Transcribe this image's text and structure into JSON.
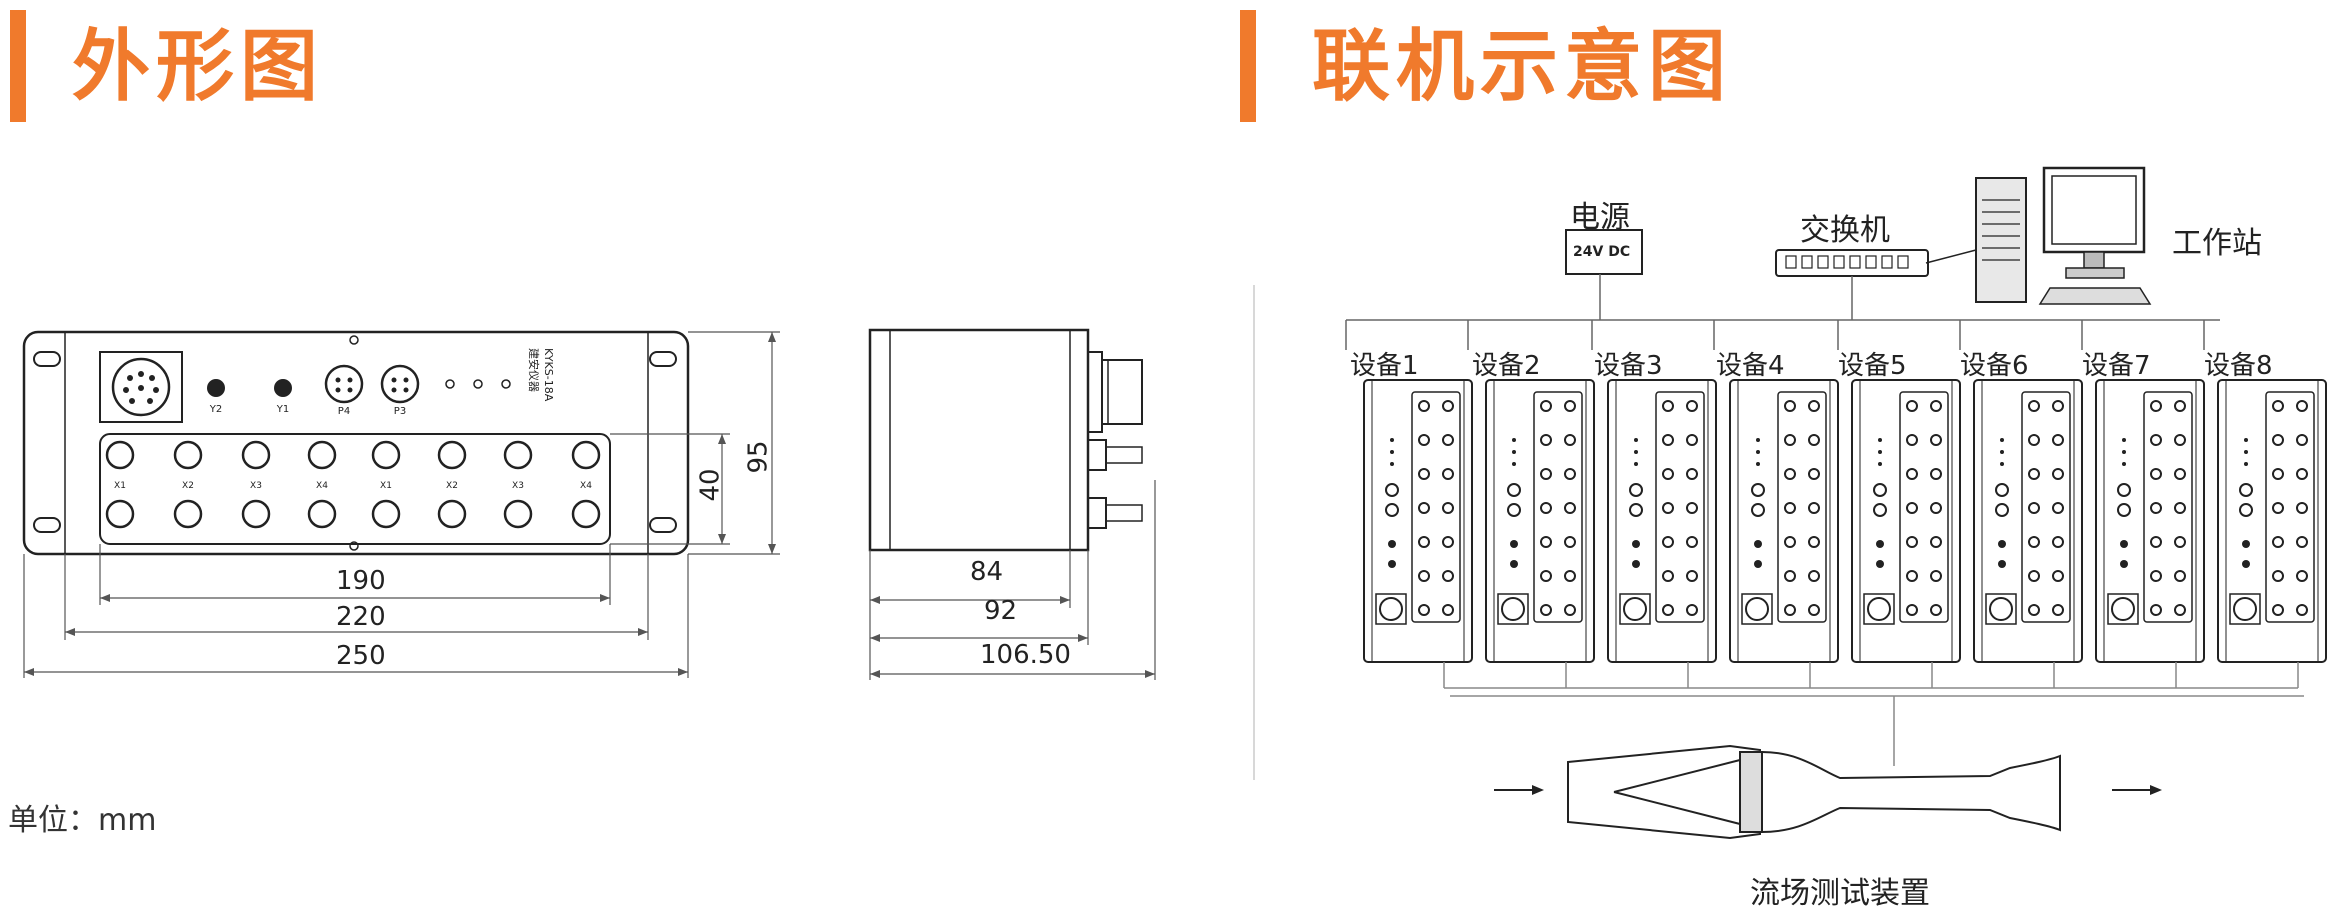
{
  "left_section": {
    "title": "外形图",
    "unit_note": "单位：mm"
  },
  "right_section": {
    "title": "联机示意图"
  },
  "front_view": {
    "dims": {
      "inner_width": "190",
      "mid_width": "220",
      "outer_width": "250",
      "height_inner": "40",
      "height_outer": "95"
    },
    "port_labels": [
      "P4",
      "P3",
      "Y2",
      "Y1",
      "X4",
      "X3",
      "X2",
      "X1"
    ],
    "panel_text": [
      "KYKS-18A",
      "建安仪器"
    ]
  },
  "side_view": {
    "dims": {
      "d1": "84",
      "d2": "92",
      "d3": "106.50"
    }
  },
  "network": {
    "power_label": "电源",
    "power_box_text": "24V DC",
    "switch_label": "交换机",
    "workstation_label": "工作站",
    "devices": [
      "设备1",
      "设备2",
      "设备3",
      "设备4",
      "设备5",
      "设备6",
      "设备7",
      "设备8"
    ],
    "flow_label": "流场测试装置"
  },
  "colors": {
    "accent": "#f07a2c",
    "line": "#333333",
    "light_line": "#888888"
  }
}
